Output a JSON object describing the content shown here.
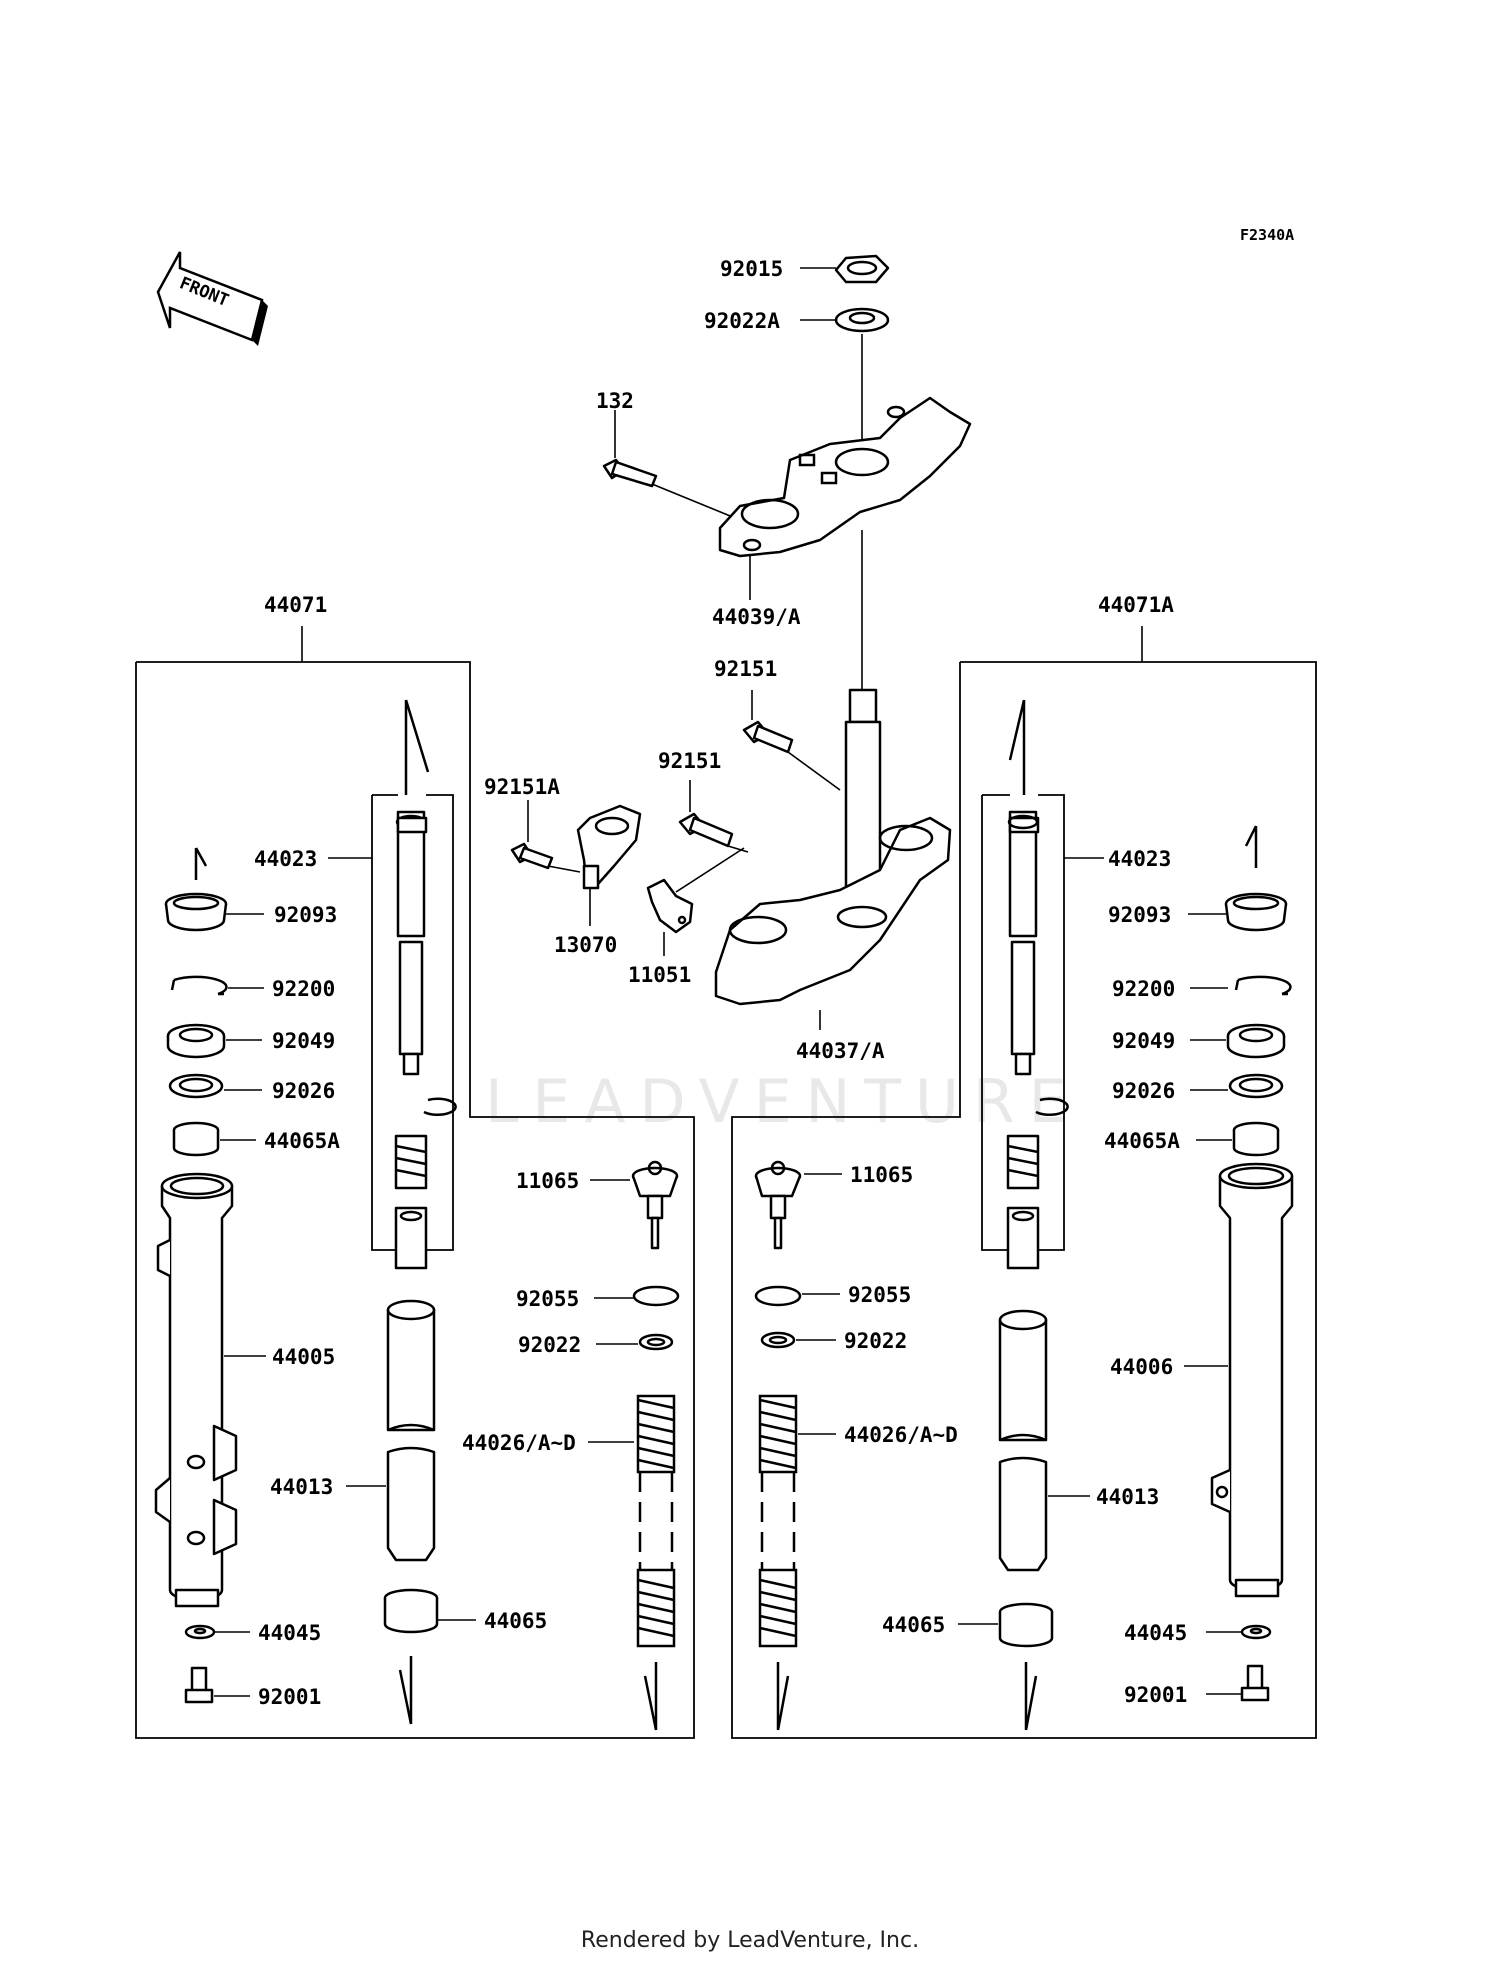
{
  "diagram": {
    "code": "F2340A",
    "front_label": "FRONT",
    "watermark": "LEADVENTURE",
    "parts": {
      "p92015": "92015",
      "p92022A": "92022A",
      "p132": "132",
      "p44039": "44039/A",
      "p44071": "44071",
      "p44071A": "44071A",
      "p92151_top": "92151",
      "p92151_mid": "92151",
      "p92151A": "92151A",
      "p13070": "13070",
      "p11051": "11051",
      "p44037": "44037/A",
      "L_44023": "44023",
      "L_92093": "92093",
      "L_92200": "92200",
      "L_92049": "92049",
      "L_92026": "92026",
      "L_44065A": "44065A",
      "L_44005": "44005",
      "L_44013": "44013",
      "L_44045": "44045",
      "L_92001": "92001",
      "L_44065": "44065",
      "L_11065": "11065",
      "L_92055": "92055",
      "L_92022": "92022",
      "L_44026": "44026/A~D",
      "R_44023": "44023",
      "R_92093": "92093",
      "R_92200": "92200",
      "R_92049": "92049",
      "R_92026": "92026",
      "R_44065A": "44065A",
      "R_44006": "44006",
      "R_44013": "44013",
      "R_44045": "44045",
      "R_92001": "92001",
      "R_44065": "44065",
      "R_11065": "11065",
      "R_92055": "92055",
      "R_92022": "92022",
      "R_44026": "44026/A~D"
    }
  },
  "footer": "Rendered by LeadVenture, Inc."
}
